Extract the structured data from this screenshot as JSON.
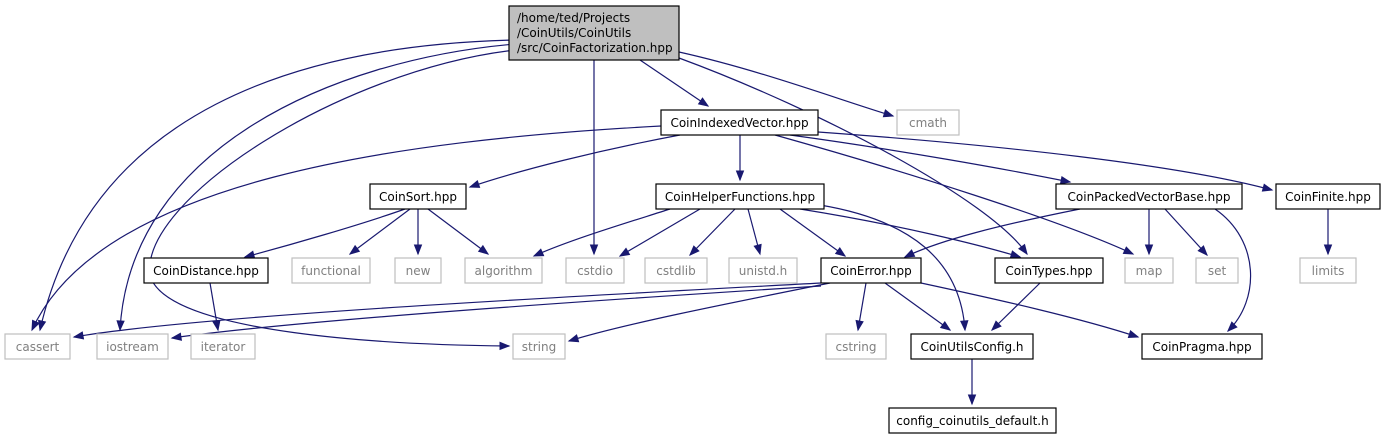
{
  "colors": {
    "edge": "#191970",
    "node_border": "#000000",
    "external_border": "#bfbfbf",
    "external_text": "#808080",
    "root_fill": "#bfbfbf",
    "text": "#000000"
  },
  "root": {
    "lines": [
      "/home/ted/Projects",
      "/CoinUtils/CoinUtils",
      "/src/CoinFactorization.hpp"
    ]
  },
  "nodes": {
    "cmath": "cmath",
    "civ": "CoinIndexedVector.hpp",
    "csort": "CoinSort.hpp",
    "chf": "CoinHelperFunctions.hpp",
    "cpvb": "CoinPackedVectorBase.hpp",
    "cfin": "CoinFinite.hpp",
    "cdist": "CoinDistance.hpp",
    "functional": "functional",
    "new": "new",
    "algorithm": "algorithm",
    "cstdio": "cstdio",
    "cstdlib": "cstdlib",
    "unistd": "unistd.h",
    "cerr": "CoinError.hpp",
    "ctypes": "CoinTypes.hpp",
    "map": "map",
    "set": "set",
    "limits": "limits",
    "cassert": "cassert",
    "iostream": "iostream",
    "iterator": "iterator",
    "string": "string",
    "cstring": "cstring",
    "cuc": "CoinUtilsConfig.h",
    "cprag": "CoinPragma.hpp",
    "ccd": "config_coinutils_default.h"
  }
}
